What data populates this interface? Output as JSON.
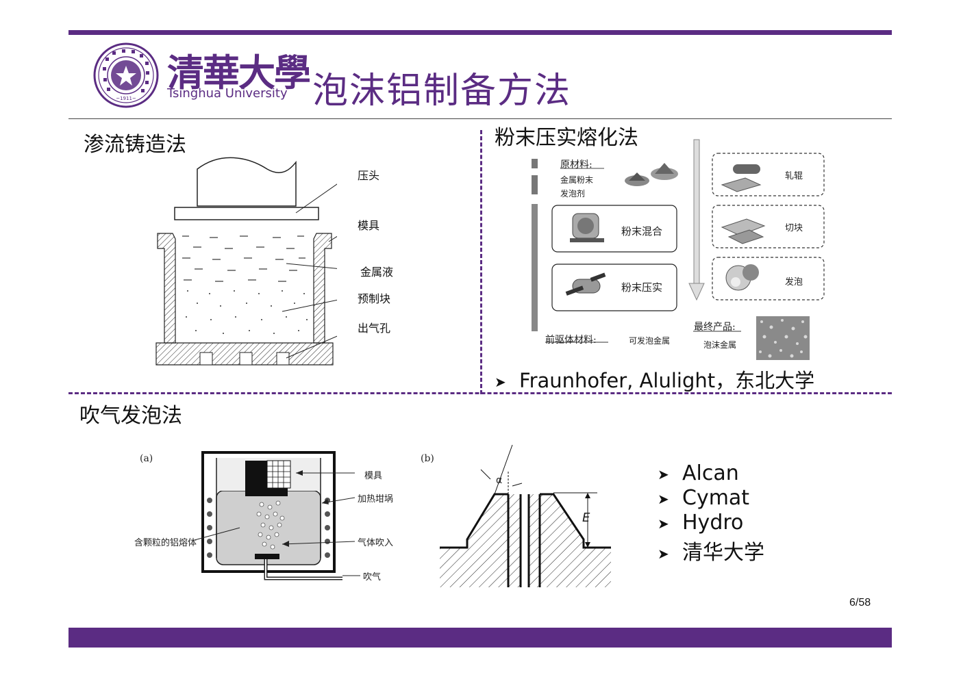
{
  "header": {
    "university_cn": "清華大學",
    "university_en": "Tsinghua University",
    "seal_year": "~1911~",
    "title": "泡沫铝制备方法"
  },
  "section_infiltration": {
    "heading": "渗流铸造法",
    "labels": [
      "压头",
      "模具",
      "金属液",
      "预制块",
      "出气孔"
    ]
  },
  "section_powder": {
    "heading": "粉末压实熔化法",
    "raw_materials_title": "原材料:",
    "raw_material_1": "金属粉末",
    "raw_material_2": "发泡剂",
    "step_mix": "粉末混合",
    "step_compact": "粉末压实",
    "step_roll": "轧辊",
    "step_cut": "切块",
    "step_foam": "发泡",
    "precursor_label": "前驱体材料:",
    "precursor_value": "可发泡金属",
    "final_label": "最终产品:",
    "final_value": "泡沫金属",
    "bullet": "Fraunhofer, Alulight，东北大学"
  },
  "section_gas": {
    "heading": "吹气发泡法",
    "fig_a": "(a)",
    "fig_b": "(b)",
    "labels_a": {
      "mold": "模具",
      "crucible": "加热坩埚",
      "melt": "含颗粒的铝熔体",
      "gas_in": "气体吹入",
      "blow": "吹气"
    },
    "labels_b": {
      "alpha": "α",
      "E": "E"
    },
    "bullets": [
      "Alcan",
      "Cymat",
      "Hydro",
      "清华大学"
    ]
  },
  "footer": {
    "page": "6/58"
  },
  "colors": {
    "brand": "#5b2c83"
  }
}
